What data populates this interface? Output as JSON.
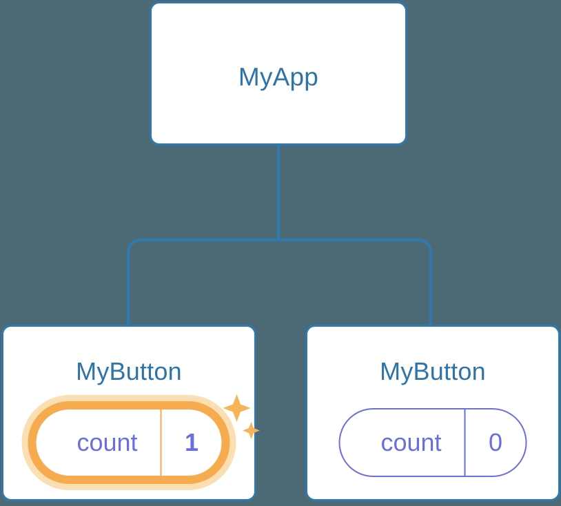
{
  "diagram": {
    "type": "component-tree",
    "background_color": "#4c6a76",
    "node_border_color": "#2f79af",
    "node_title_color": "#2e74a8",
    "edge_color": "#2f79af",
    "state_color": "#6b6ee0",
    "highlight_color": "#f5ab4e",
    "highlight_glow_color": "#fbdfb3"
  },
  "nodes": {
    "root": {
      "title": "MyApp"
    },
    "child_left": {
      "title": "MyButton",
      "state": {
        "key": "count",
        "value": "1",
        "highlighted": true,
        "sparkle_large_icon": "sparkle-icon",
        "sparkle_small_icon": "sparkle-icon"
      }
    },
    "child_right": {
      "title": "MyButton",
      "state": {
        "key": "count",
        "value": "0",
        "highlighted": false
      }
    }
  },
  "edges": [
    {
      "from": "root",
      "to": "branch"
    },
    {
      "from": "branch",
      "to": "child_left"
    },
    {
      "from": "branch",
      "to": "child_right"
    }
  ]
}
